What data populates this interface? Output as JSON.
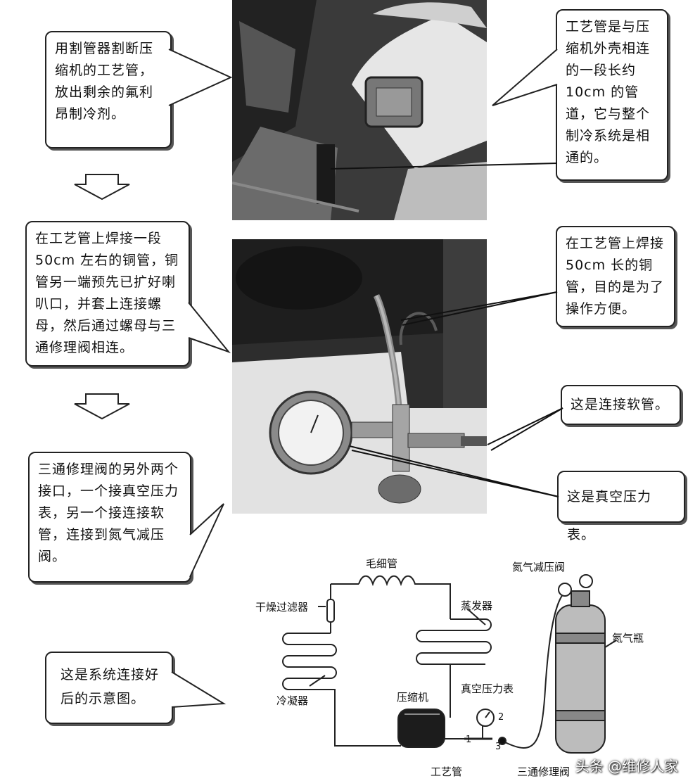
{
  "steps": {
    "step1": {
      "text": "用割管器割断压缩机的工艺管，放出剩余的氟利昂制冷剂。",
      "note": "工艺管是与压缩机外壳相连的一段长约 10cm 的管道，它与整个制冷系统是相通的。"
    },
    "step2": {
      "text": "在工艺管上焊接一段50cm 左右的铜管，铜管另一端预先已扩好喇叭口，并套上连接螺母，然后通过螺母与三通修理阀相连。",
      "note_copper": "在工艺管上焊接 50cm 长的铜管，目的是为了操作方便。",
      "note_hose": "这是连接软管。",
      "note_gauge": "这是真空压力表。"
    },
    "step3": {
      "text": "三通修理阀的另外两个接口，一个接真空压力表，另一个接连接软管，连接到氮气减压阀。"
    },
    "step4": {
      "text": "这是系统连接好后的示意图。"
    }
  },
  "diagram": {
    "labels": {
      "capillary": "毛细管",
      "dryer_filter": "干燥过滤器",
      "evaporator": "蒸发器",
      "nitrogen_regulator": "氮气减压阀",
      "nitrogen_bottle": "氮气瓶",
      "condenser": "冷凝器",
      "compressor": "压缩机",
      "vacuum_gauge": "真空压力表",
      "process_tube": "工艺管",
      "three_way_valve": "三通修理阀",
      "port_1": "1",
      "port_2": "2",
      "port_3": "3"
    }
  },
  "watermark": {
    "text": "头条 @维修人家"
  },
  "colors": {
    "photo_dark": "#2b2b2b",
    "photo_light": "#d9d9d9",
    "callout_border": "#222222"
  }
}
